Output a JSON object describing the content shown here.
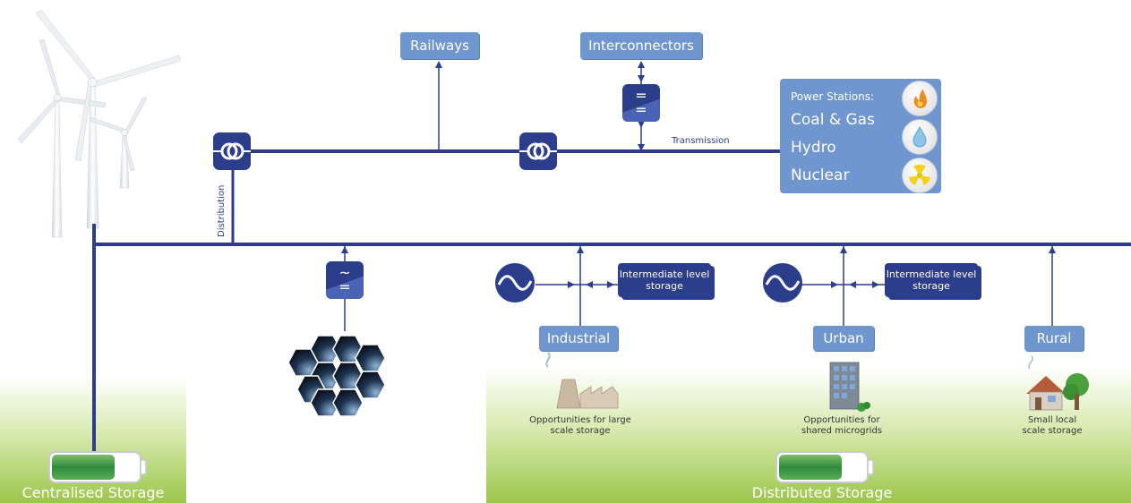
{
  "labels": {
    "railways": "Railways",
    "interconnectors": "Interconnectors",
    "transmission": "Transmission",
    "distribution": "Distribution",
    "industrial": "Industrial",
    "urban": "Urban",
    "rural": "Rural",
    "intermediate_storage_1": "Intermediate level storage",
    "intermediate_storage_2": "Intermediate level storage",
    "centralised_storage": "Centralised Storage",
    "distributed_storage": "Distributed Storage",
    "industrial_caption": "Opportunities for large scale storage",
    "urban_caption": "Opportunities for shared microgrids",
    "rural_caption": "Small local scale storage"
  },
  "converters": {
    "interconnector_top": "=",
    "interconnector_bottom": "=",
    "solar_top": "~",
    "solar_bottom": "="
  },
  "power_stations": {
    "title": "Power Stations:",
    "items": [
      "Coal & Gas",
      "Hydro",
      "Nuclear"
    ],
    "icons": [
      "flame-icon",
      "water-drop-icon",
      "radiation-icon"
    ]
  },
  "colors": {
    "line": "#2c3d8c",
    "label_bg": "#6f96cf",
    "green": "#a8cf5a"
  }
}
